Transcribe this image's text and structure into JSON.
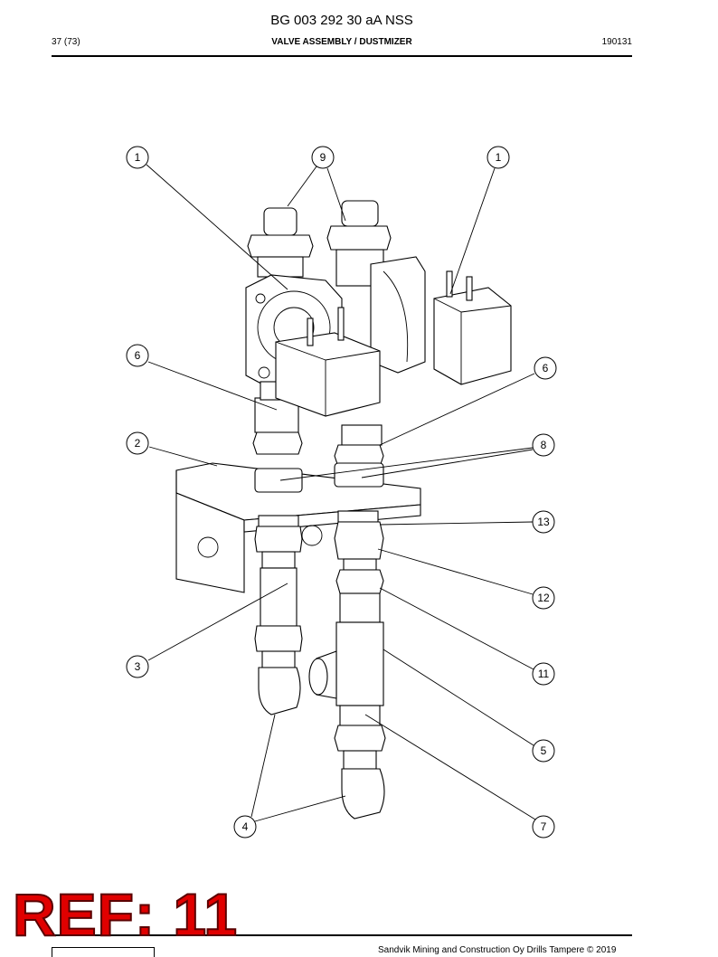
{
  "header": {
    "doc_title": "BG 003 292 30 aA NSS",
    "page_number": "37 (73)",
    "section_title": "VALVE ASSEMBLY / DUSTMIZER",
    "doc_date": "190131"
  },
  "drawing": {
    "callouts": [
      {
        "id": "c1a",
        "label": "1"
      },
      {
        "id": "c9",
        "label": "9"
      },
      {
        "id": "c1b",
        "label": "1"
      },
      {
        "id": "c6a",
        "label": "6"
      },
      {
        "id": "c6b",
        "label": "6"
      },
      {
        "id": "c2",
        "label": "2"
      },
      {
        "id": "c8",
        "label": "8"
      },
      {
        "id": "c13",
        "label": "13"
      },
      {
        "id": "c12",
        "label": "12"
      },
      {
        "id": "c3",
        "label": "3"
      },
      {
        "id": "c11",
        "label": "11"
      },
      {
        "id": "c5",
        "label": "5"
      },
      {
        "id": "c4",
        "label": "4"
      },
      {
        "id": "c7",
        "label": "7"
      }
    ]
  },
  "footer": {
    "copyright": "Sandvik Mining and Construction Oy Drills Tampere © 2019"
  },
  "stamp": {
    "text": "REF: 11"
  }
}
